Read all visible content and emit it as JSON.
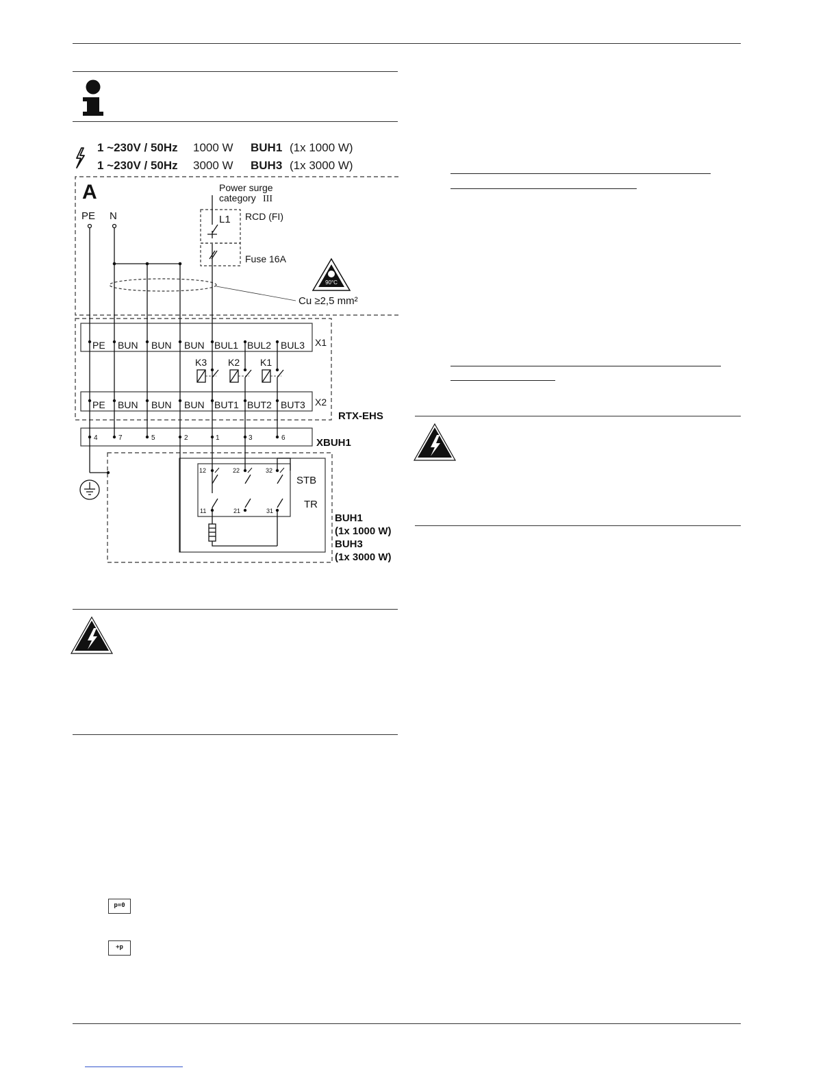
{
  "spec": {
    "row1": {
      "supply": "1 ~230V / 50Hz",
      "power": "1000 W",
      "model": "BUH1",
      "detail": "(1x 1000 W)"
    },
    "row2": {
      "supply": "1 ~230V / 50Hz",
      "power": "3000 W",
      "model": "BUH3",
      "detail": "(1x 3000 W)"
    }
  },
  "diagram": {
    "panel_letter": "A",
    "pe": "PE",
    "n": "N",
    "power_surge_line1": "Power surge",
    "power_surge_line2": "category",
    "power_surge_cat": "III",
    "l1": "L1",
    "rcd": "RCD (FI)",
    "fuse": "Fuse 16A",
    "temp": "90°C",
    "cable": "Cu ≥2,5 mm²",
    "x1_label": "X1",
    "x1_terminals": [
      "PE",
      "BUN",
      "BUN",
      "BUN",
      "BUL1",
      "BUL2",
      "BUL3"
    ],
    "relays": [
      "K3",
      "K2",
      "K1"
    ],
    "x2_label": "X2",
    "x2_terminals": [
      "PE",
      "BUN",
      "BUN",
      "BUN",
      "BUT1",
      "BUT2",
      "BUT3"
    ],
    "rtx": "RTX-EHS",
    "xbuh_numbers": [
      "4",
      "7",
      "5",
      "2",
      "1",
      "3",
      "6"
    ],
    "xbuh": "XBUH1",
    "stb_top": [
      "12",
      "22",
      "32"
    ],
    "stb_bottom": [
      "11",
      "21",
      "31"
    ],
    "stb": "STB",
    "tr": "TR",
    "buh1": "BUH1",
    "buh1_detail": "(1x 1000 W)",
    "buh3": "BUH3",
    "buh3_detail": "(1x 3000 W)"
  },
  "icons": {
    "p0": "p=0",
    "plus_p": "+p"
  }
}
